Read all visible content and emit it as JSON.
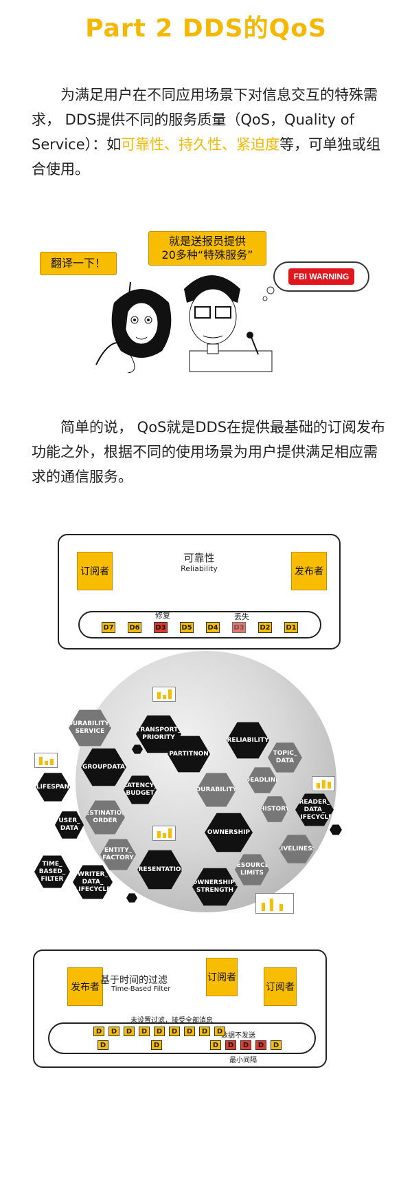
{
  "title": "Part 2   DDS的QoS",
  "intro": {
    "text_before": "为满足用户在不同应用场景下对信息交互的特殊需求， DDS提供不同的服务质量（QoS，Quality of Service）：如",
    "highlight": "可靠性、持久性、紧迫度",
    "text_after": "等，可单独或组合使用。"
  },
  "comic": {
    "bubble_left": "翻译一下！",
    "bubble_right": "就是送报员提供\n20多种“特殊服务”",
    "warning": "FBI WARNING"
  },
  "explain": "简单的说， QoS就是DDS在提供最基础的订阅发布功能之外，根据不同的使用场景为用户提供满足相应需求的通信服务。",
  "reliability": {
    "title": "可靠性",
    "subtitle": "Reliability",
    "subscriber": "订阅者",
    "publisher": "发布者",
    "repair": "修复",
    "lost": "丢失",
    "packets": [
      "D7",
      "D6",
      "D3",
      "D5",
      "D4",
      "D3",
      "D2",
      "D1"
    ]
  },
  "qos_list": {
    "durability_service": "DURABILITY_ SERVICE",
    "transport_priority": "TRANSPORT_ PRIORITY",
    "reliability": "RELIABILITY",
    "groupdata": "GROUPDATA",
    "partition": "PARTITNON",
    "topic_data": "TOPIC_ DATA",
    "lifespan": "LIFESPAN",
    "latency_budget": "LATENCY_ BUDGET",
    "durability": "DURABILITY",
    "deadline": "DEADLINE",
    "user_data": "USER_ DATA",
    "destination_order": "DESTINATION_ ORDER",
    "history": "HISTORY",
    "reader_data_lifecycle": "READER_ DATA_ LIFECYCLE",
    "ownership": "OWNERSHIP",
    "entity_factory": "ENTITY_ FACTORY",
    "liveliness": "LIVELINESS",
    "time_based_filter": "TIME_ BASED_ FILTER",
    "writer_data_lifecycle": "WRITER_ DATA_ LIFECYCLE",
    "presentation": "PRESENTATION",
    "resource_limits": "RESOURCE_ LIMITS",
    "ownership_strength": "OWNERSHIP_ STRENGTH"
  },
  "tbf": {
    "title": "基于时间的过滤",
    "subtitle": "Time-Based Filter",
    "publisher": "发布者",
    "subscriber1": "订阅者",
    "subscriber2": "订阅者",
    "note_all": "未设置过滤，接受全部消息",
    "note_drop": "数据不发送",
    "note_interval": "最小间隔",
    "top_packets": [
      "D",
      "D",
      "D",
      "D",
      "D",
      "D",
      "D",
      "D",
      "D"
    ],
    "bottom_packets": [
      "D",
      "D",
      "D",
      "D",
      "D",
      "D",
      "D"
    ]
  },
  "colors": {
    "accent": "#f8bc00",
    "title": "#f5b800",
    "alert": "#e23a2a"
  }
}
